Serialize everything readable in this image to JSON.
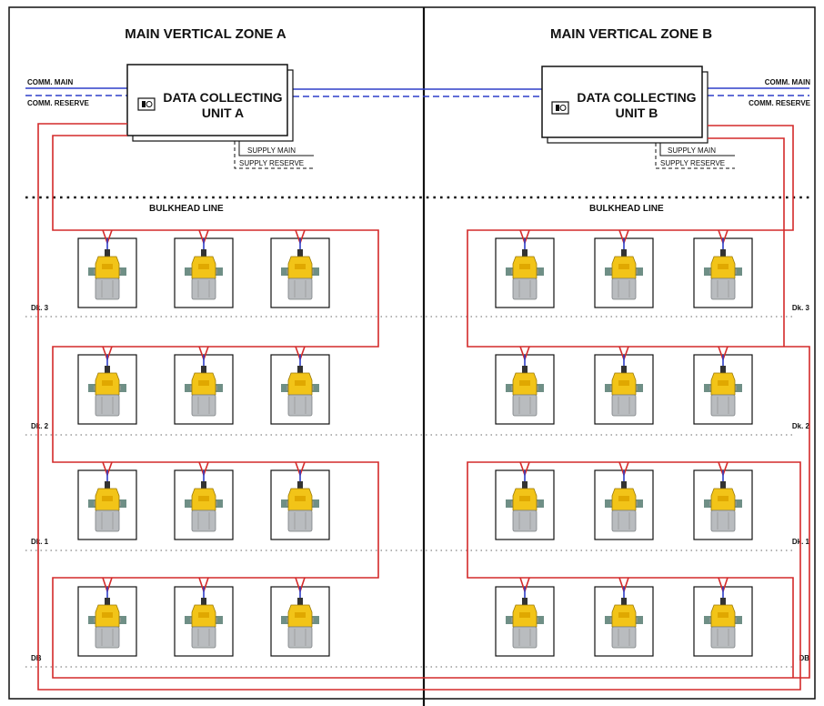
{
  "zones": [
    {
      "title": "MAIN VERTICAL ZONE A",
      "unit_line1": "DATA COLLECTING",
      "unit_line2": "UNIT A",
      "comm_main": "COMM. MAIN",
      "comm_reserve": "COMM. RESERVE",
      "supply_main": "SUPPLY MAIN",
      "supply_reserve": "SUPPLY RESERVE",
      "bulkhead": "BULKHEAD LINE"
    },
    {
      "title": "MAIN VERTICAL ZONE B",
      "unit_line1": "DATA COLLECTING",
      "unit_line2": "UNIT B",
      "comm_main": "COMM. MAIN",
      "comm_reserve": "COMM. RESERVE",
      "supply_main": "SUPPLY MAIN",
      "supply_reserve": "SUPPLY RESERVE",
      "bulkhead": "BULKHEAD LINE"
    }
  ],
  "decks": [
    "Dk. 3",
    "Dk. 2",
    "Dk. 1",
    "DB"
  ],
  "colors": {
    "cable_power": "#d42a2a",
    "cable_comm": "#2f3fc8",
    "device_yellow": "#f2c418",
    "device_grey": "#b9bcbf"
  },
  "icons": {
    "unit": "data-unit-icon",
    "device": "gas-detector-icon"
  }
}
